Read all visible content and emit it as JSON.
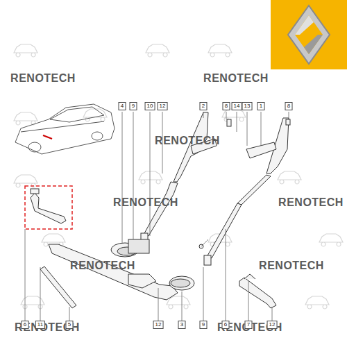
{
  "diagram": {
    "labels": [
      "RENOTECH",
      "RENOTECH",
      "RENOTECH",
      "RENOTECH",
      "RENOTECH",
      "RENOTECH",
      "RENOTECH",
      "RENOTECH",
      "RENOTECH",
      "4",
      "9",
      "10",
      "12",
      "2",
      "8",
      "14",
      "13",
      "1",
      "8",
      "6",
      "11",
      "5",
      "12",
      "3",
      "9",
      "6",
      "7",
      "12"
    ]
  }
}
